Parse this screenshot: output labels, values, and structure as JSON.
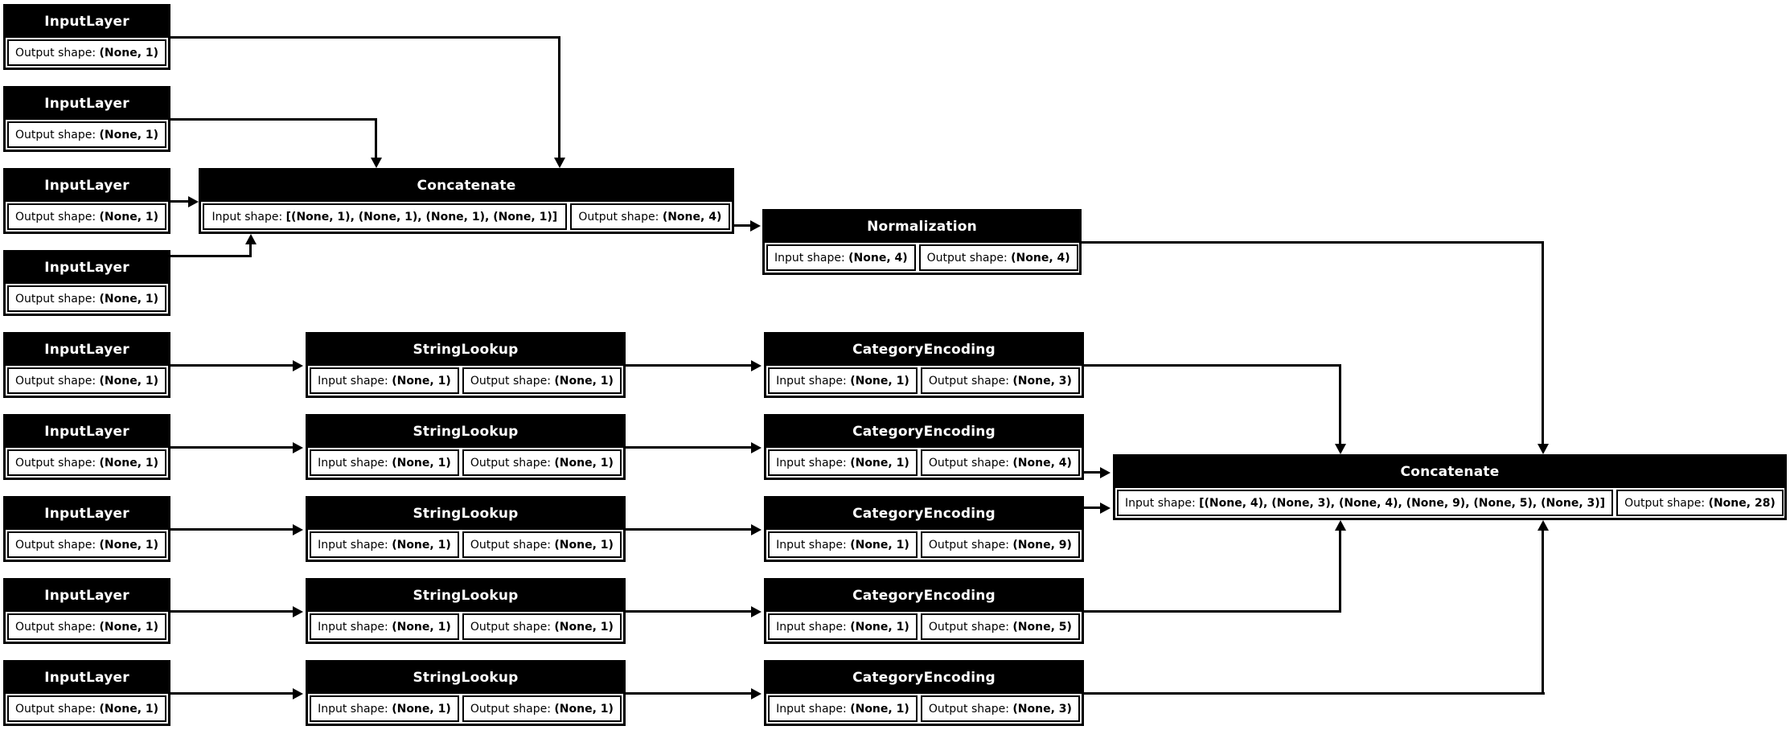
{
  "diagram": {
    "kind": "keras-model-plot",
    "title_layer_names": {
      "input": "InputLayer",
      "concatenate": "Concatenate",
      "normalization": "Normalization",
      "string_lookup": "StringLookup",
      "category_encoding": "CategoryEncoding"
    },
    "labels": {
      "input_shape": "Input shape:",
      "output_shape": "Output shape:"
    },
    "colors": {
      "node_header_bg": "#000000",
      "node_header_text": "#ffffff",
      "node_body_bg": "#ffffff",
      "node_body_text": "#000000",
      "edge": "#000000",
      "canvas_bg": "#ffffff"
    }
  },
  "numeric_inputs": [
    {
      "name": "InputLayer",
      "output": "(None, 1)"
    },
    {
      "name": "InputLayer",
      "output": "(None, 1)"
    },
    {
      "name": "InputLayer",
      "output": "(None, 1)"
    },
    {
      "name": "InputLayer",
      "output": "(None, 1)"
    }
  ],
  "numeric_concat": {
    "name": "Concatenate",
    "input": "[(None, 1), (None, 1), (None, 1), (None, 1)]",
    "output": "(None, 4)"
  },
  "normalization": {
    "name": "Normalization",
    "input": "(None, 4)",
    "output": "(None, 4)"
  },
  "categorical_rows": [
    {
      "input_layer": {
        "name": "InputLayer",
        "output": "(None, 1)"
      },
      "string_lookup": {
        "name": "StringLookup",
        "input": "(None, 1)",
        "output": "(None, 1)"
      },
      "category_encoding": {
        "name": "CategoryEncoding",
        "input": "(None, 1)",
        "output": "(None, 3)"
      }
    },
    {
      "input_layer": {
        "name": "InputLayer",
        "output": "(None, 1)"
      },
      "string_lookup": {
        "name": "StringLookup",
        "input": "(None, 1)",
        "output": "(None, 1)"
      },
      "category_encoding": {
        "name": "CategoryEncoding",
        "input": "(None, 1)",
        "output": "(None, 4)"
      }
    },
    {
      "input_layer": {
        "name": "InputLayer",
        "output": "(None, 1)"
      },
      "string_lookup": {
        "name": "StringLookup",
        "input": "(None, 1)",
        "output": "(None, 1)"
      },
      "category_encoding": {
        "name": "CategoryEncoding",
        "input": "(None, 1)",
        "output": "(None, 9)"
      }
    },
    {
      "input_layer": {
        "name": "InputLayer",
        "output": "(None, 1)"
      },
      "string_lookup": {
        "name": "StringLookup",
        "input": "(None, 1)",
        "output": "(None, 1)"
      },
      "category_encoding": {
        "name": "CategoryEncoding",
        "input": "(None, 1)",
        "output": "(None, 5)"
      }
    },
    {
      "input_layer": {
        "name": "InputLayer",
        "output": "(None, 1)"
      },
      "string_lookup": {
        "name": "StringLookup",
        "input": "(None, 1)",
        "output": "(None, 1)"
      },
      "category_encoding": {
        "name": "CategoryEncoding",
        "input": "(None, 1)",
        "output": "(None, 3)"
      }
    }
  ],
  "final_concat": {
    "name": "Concatenate",
    "input": "[(None, 4), (None, 3), (None, 4), (None, 9), (None, 5), (None, 3)]",
    "output": "(None, 28)"
  }
}
